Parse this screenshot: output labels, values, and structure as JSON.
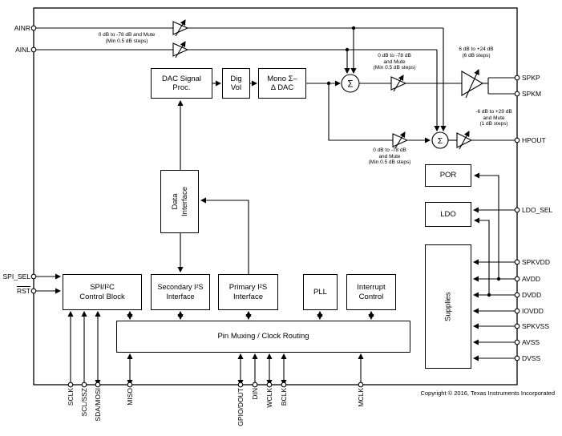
{
  "copyright": "Copyright © 2016, Texas Instruments Incorporated",
  "sum_symbol": "Σ",
  "blocks": {
    "dac_signal_proc": "DAC Signal\nProc.",
    "dig_vol": "Dig\nVol",
    "mono_dac": "Mono Σ–\nΔ DAC",
    "data_interface": "Data\nInterface",
    "spi_i2c": "SPI/I²C\nControl Block",
    "secondary_i2s": "Secondary I²S\nInterface",
    "primary_i2s": "Primary I²S\nInterface",
    "pll": "PLL",
    "interrupt_control": "Interrupt\nControl",
    "pin_muxing": "Pin Muxing / Clock Routing",
    "por": "POR",
    "ldo": "LDO",
    "supplies": "Supplies"
  },
  "gains": {
    "input_atten": "0 dB to -78 dB and Mute\n(Min 0.5 dB steps)",
    "spk_atten": "0 dB to -78 dB\nand Mute\n(Min 0.5 dB steps)",
    "spk_amp": "6 dB to +24 dB\n(6 dB steps)",
    "hp_amp": "-6 dB to +29 dB\nand Mute\n(1 dB steps)",
    "hp_atten": "0 dB to -78 dB\nand Mute\n(Min 0.5 dB steps)"
  },
  "pins": {
    "ainr": "AINR",
    "ainl": "AINL",
    "spi_sel": "SPI_SEL",
    "rst": "RST",
    "spkp": "SPKP",
    "spkm": "SPKM",
    "hpout": "HPOUT",
    "ldo_sel": "LDO_SEL",
    "spkvdd": "SPKVDD",
    "avdd": "AVDD",
    "dvdd": "DVDD",
    "iovdd": "IOVDD",
    "spkvss": "SPKVSS",
    "avss": "AVSS",
    "dvss": "DVSS",
    "sclk": "SCLK",
    "scl_ssz": "SCL/SSZ",
    "sda_mosi": "SDA/MOSI",
    "miso": "MISO",
    "gpio_dout": "GPIO/DOUT",
    "din": "DIN",
    "wclk": "WCLK",
    "bclk": "BCLK",
    "mclk": "MCLK"
  }
}
